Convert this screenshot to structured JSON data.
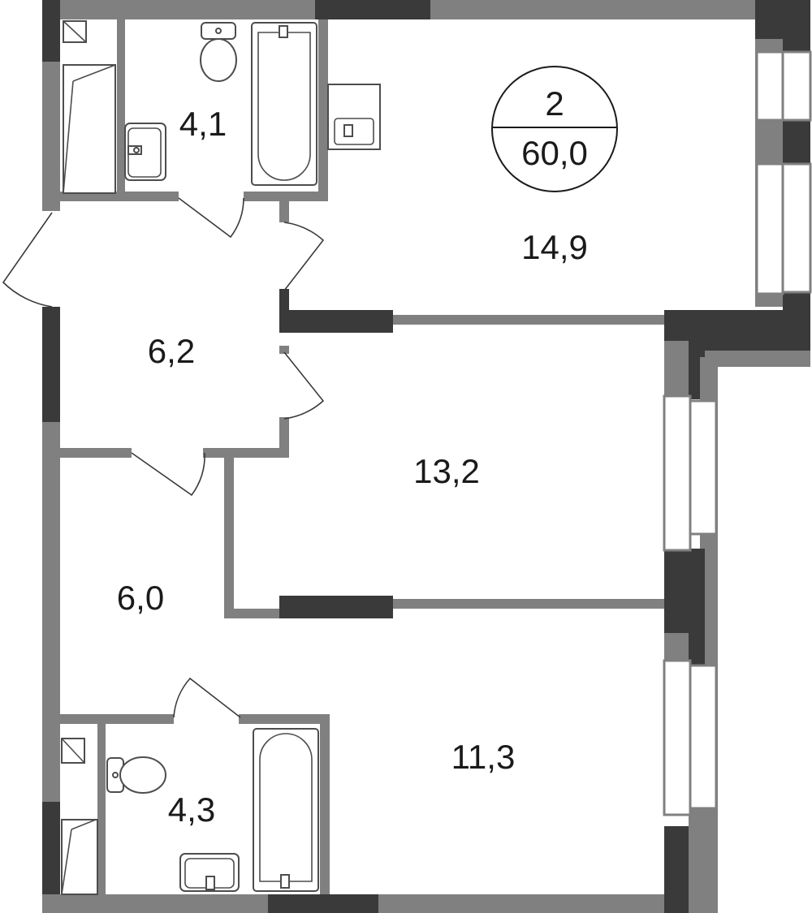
{
  "summary": {
    "rooms_count": "2",
    "total_area": "60,0"
  },
  "rooms": [
    {
      "id": "bathroom-top",
      "area": "4,1"
    },
    {
      "id": "living-room",
      "area": "14,9"
    },
    {
      "id": "hallway",
      "area": "6,2"
    },
    {
      "id": "bedroom-middle",
      "area": "13,2"
    },
    {
      "id": "corridor",
      "area": "6,0"
    },
    {
      "id": "bathroom-bottom",
      "area": "4,3"
    },
    {
      "id": "bedroom-bottom",
      "area": "11,3"
    }
  ],
  "colors": {
    "wall": "#808080",
    "load_bearing_wall": "#3a3a3a",
    "background": "#ffffff",
    "text": "#1a1a1a"
  }
}
